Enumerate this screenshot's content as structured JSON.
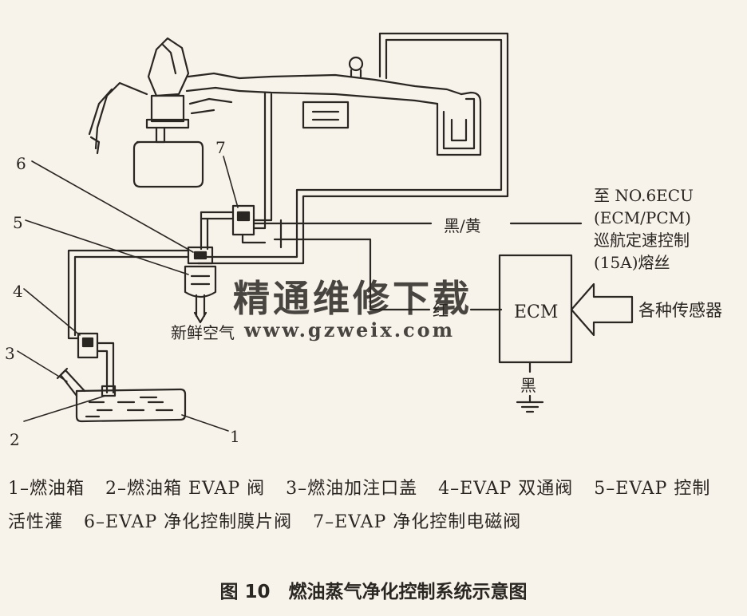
{
  "callouts": {
    "c1": "1",
    "c2": "2",
    "c3": "3",
    "c4": "4",
    "c5": "5",
    "c6": "6",
    "c7": "7"
  },
  "labels": {
    "fresh_air": "新鲜空气",
    "black_yellow": "黑/黄",
    "red": "红",
    "black": "黑",
    "ecm": "ECM",
    "sensors": "各种传感器",
    "ecu_line1": "至 NO.6ECU",
    "ecu_line2": "(ECM/PCM)",
    "ecu_line3": "巡航定速控制",
    "ecu_line4": "(15A)熔丝"
  },
  "watermark": {
    "line1": "精通维修下载",
    "line2": "www.gzweix.com"
  },
  "legend": [
    "1–燃油箱",
    "2–燃油箱 EVAP 阀",
    "3–燃油加注口盖",
    "4–EVAP 双通阀",
    "5–EVAP 控制活性灌",
    "6–EVAP 净化控制膜片阀",
    "7–EVAP 净化控制电磁阀"
  ],
  "figure_title": "图 10　燃油蒸气净化控制系统示意图",
  "colors": {
    "ink": "#2a2622",
    "paper": "#f7f2ea",
    "watermark": "#f0b48a"
  }
}
